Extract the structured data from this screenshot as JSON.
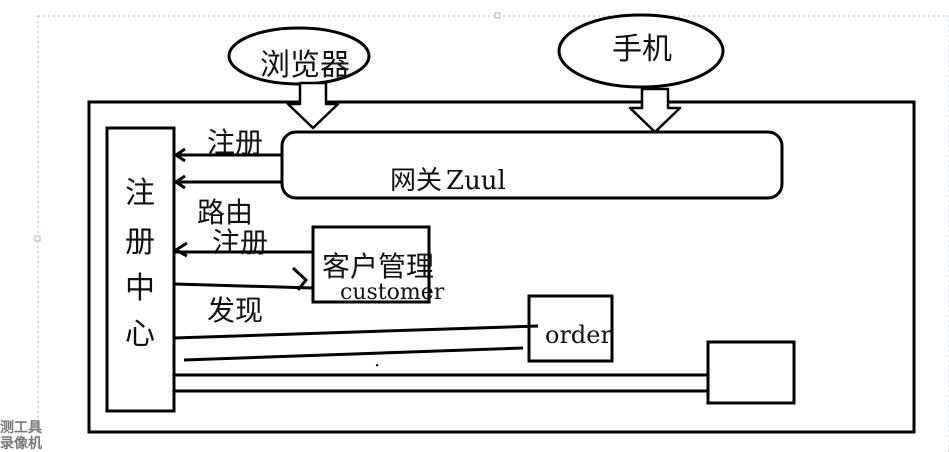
{
  "diagram": {
    "clients": {
      "browser": "浏览器",
      "phone": "手机"
    },
    "gateway": {
      "label": "网关",
      "product": "Zuul"
    },
    "registry": {
      "chars": [
        "注",
        "册",
        "中",
        "心"
      ]
    },
    "edge_labels": {
      "register_top": "注册",
      "routing": "路由",
      "register_mid": "注册",
      "discovery": "发现"
    },
    "services": {
      "customer_cn": "客户管理",
      "customer_en": "customer",
      "order": "order"
    },
    "dot": "·"
  },
  "overlay": {
    "line1": "测工具",
    "line2": "录像机"
  }
}
